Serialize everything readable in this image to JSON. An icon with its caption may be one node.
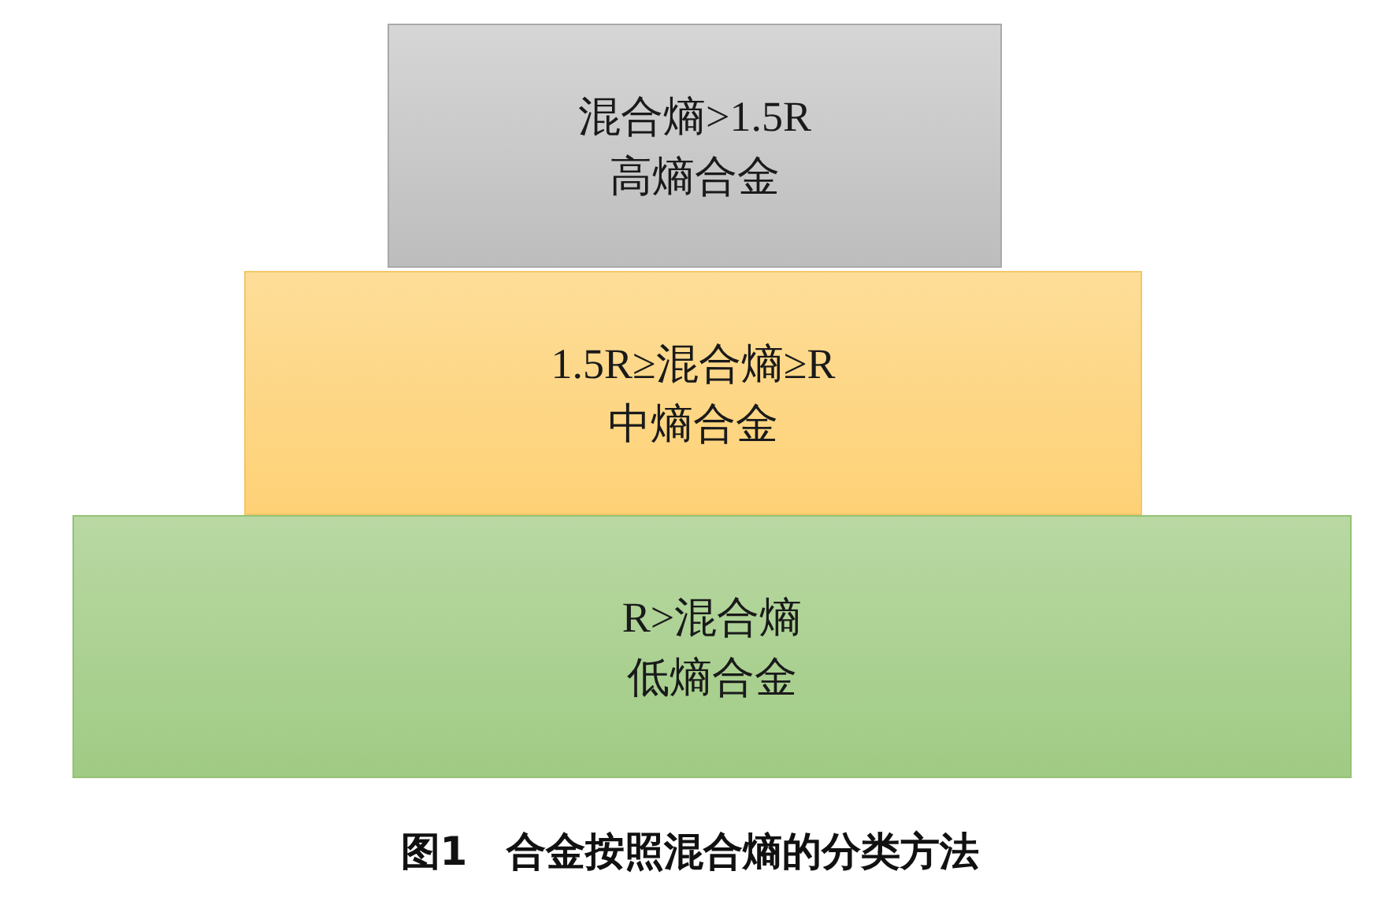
{
  "diagram": {
    "caption": "图1　合金按照混合熵的分类方法",
    "nodes": [
      {
        "text": [
          "混合熵>1.5R",
          "高熵合金"
        ]
      },
      {
        "text": [
          "1.5R≥混合熵≥R",
          "中熵合金"
        ]
      },
      {
        "text": [
          "R>混合熵",
          "低熵合金"
        ]
      }
    ]
  }
}
